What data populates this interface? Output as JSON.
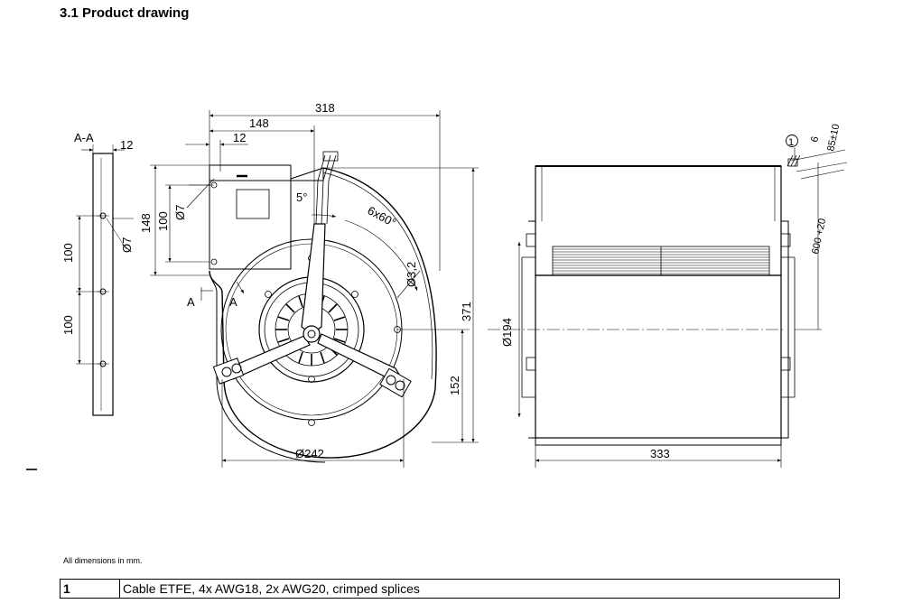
{
  "heading": "3.1 Product drawing",
  "section_label": "A-A",
  "section_arrow_left": "A",
  "section_arrow_right": "A",
  "dimensions": {
    "d318": "318",
    "d148_top": "148",
    "d12_top": "12",
    "d12_section": "12",
    "d148_side": "148",
    "d100_side": "100",
    "d7_hole": "Ø7",
    "d7_section": "Ø7",
    "d100_a": "100",
    "d100_b": "100",
    "d5deg": "5°",
    "d6x60": "6x60°",
    "d32": "Ø3,2",
    "d371": "371",
    "d152": "152",
    "d242": "Ø242",
    "d194": "Ø194",
    "d333": "333",
    "d6": "6",
    "d85": "85±10",
    "d600": "600 +20",
    "callout1": "1"
  },
  "note": "All dimensions in mm.",
  "legend": [
    {
      "no": "1",
      "desc": "Cable ETFE, 4x AWG18, 2x AWG20, crimped splices"
    }
  ]
}
